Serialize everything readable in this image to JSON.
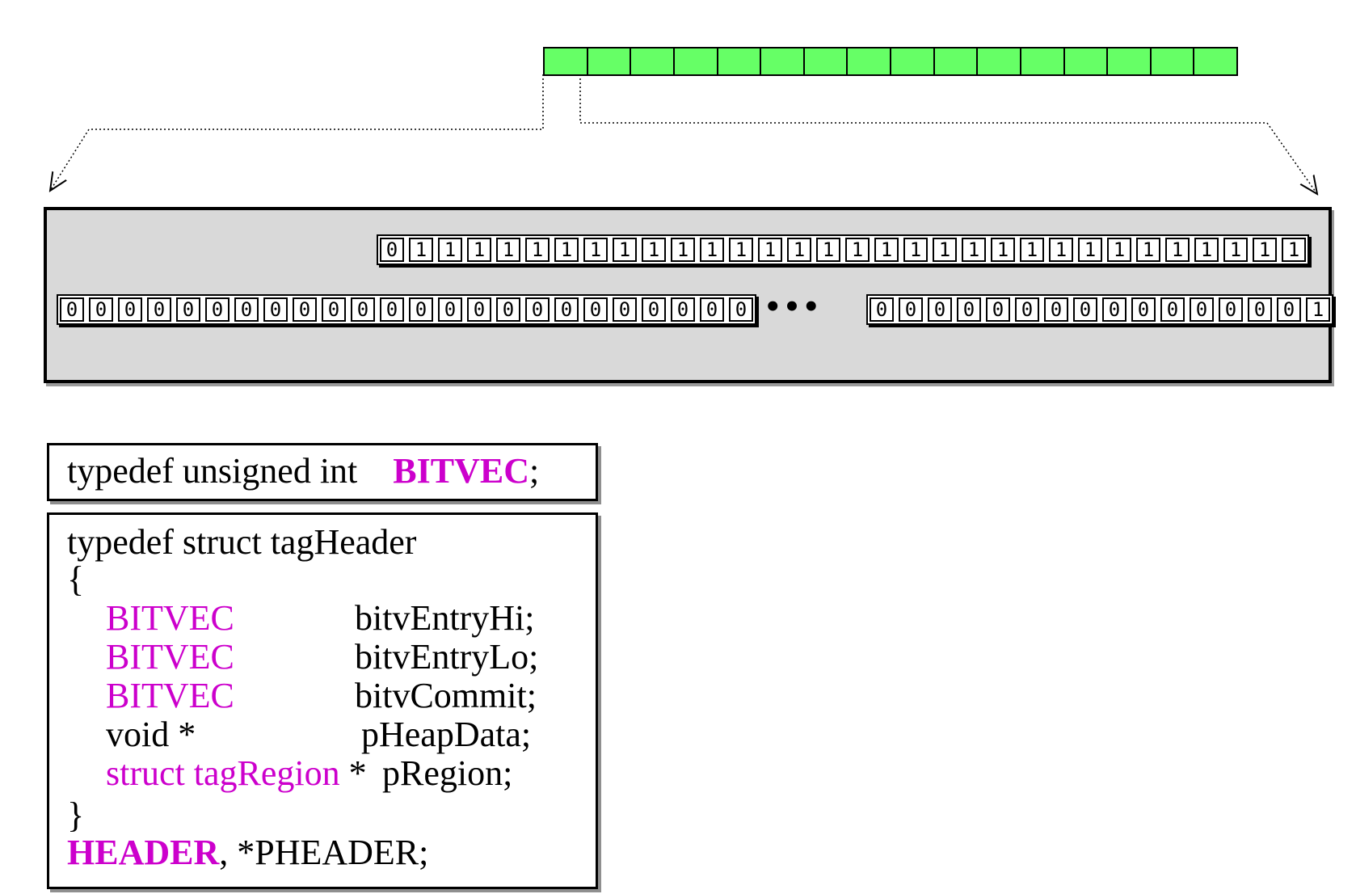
{
  "green_bar": {
    "cells": 16
  },
  "heap": {
    "bitv_entry_hi": [
      "0",
      "1",
      "1",
      "1",
      "1",
      "1",
      "1",
      "1",
      "1",
      "1",
      "1",
      "1",
      "1",
      "1",
      "1",
      "1",
      "1",
      "1",
      "1",
      "1",
      "1",
      "1",
      "1",
      "1",
      "1",
      "1",
      "1",
      "1",
      "1",
      "1",
      "1",
      "1"
    ],
    "bitv_entry_lo_left": [
      "0",
      "0",
      "0",
      "0",
      "0",
      "0",
      "0",
      "0",
      "0",
      "0",
      "0",
      "0",
      "0",
      "0",
      "0",
      "0",
      "0",
      "0",
      "0",
      "0",
      "0",
      "0",
      "0",
      "0"
    ],
    "ellipsis": "•••",
    "bitv_entry_lo_right": [
      "0",
      "0",
      "0",
      "0",
      "0",
      "0",
      "0",
      "0",
      "0",
      "0",
      "0",
      "0",
      "0",
      "0",
      "0",
      "1"
    ]
  },
  "code": {
    "typedef_prefix": "typedef unsigned int",
    "typedef_name": "BITVEC",
    "typedef_suffix": ";",
    "struct_head": "typedef struct tagHeader",
    "open_brace": "{",
    "fields": [
      {
        "type": "BITVEC",
        "type_highlight": true,
        "name": "bitvEntryHi;"
      },
      {
        "type": "BITVEC",
        "type_highlight": true,
        "name": "bitvEntryLo;"
      },
      {
        "type": "BITVEC",
        "type_highlight": true,
        "name": "bitvCommit;"
      },
      {
        "type": "void *",
        "type_highlight": false,
        "name": "pHeapData;"
      },
      {
        "type": "struct tagRegion",
        "type_highlight": true,
        "type_suffix": " *",
        "name": "pRegion;"
      }
    ],
    "close_brace": "}",
    "struct_name": "HEADER",
    "struct_tail": ", *PHEADER;"
  },
  "colors": {
    "green_cell": "#66ff66",
    "keyword": "#cc00cc",
    "panel": "#d9d9d9"
  }
}
